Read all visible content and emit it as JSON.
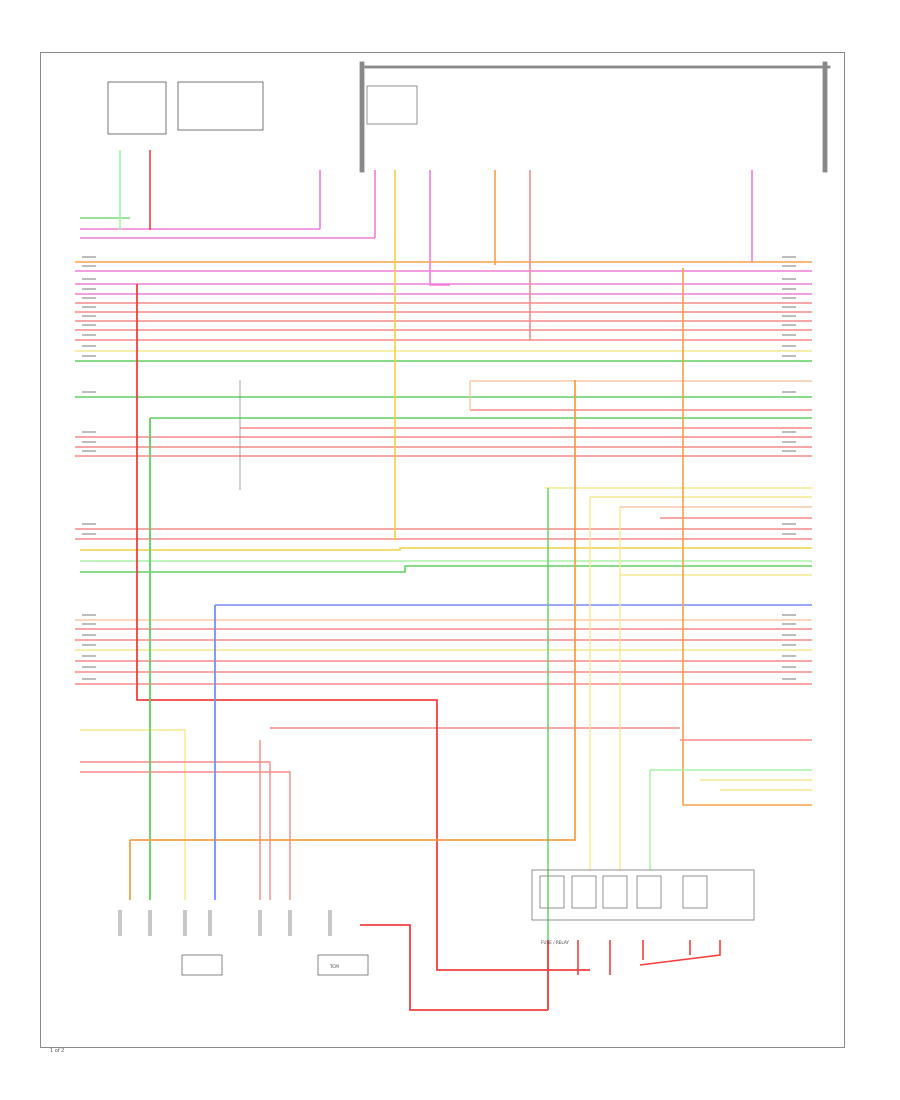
{
  "diagram": {
    "page_number": "1 of 2",
    "tcm_label": "TCM",
    "relay_box_label": "FUSE / RELAY",
    "colors": {
      "pink": "#f07fd8",
      "orange": "#f5a04a",
      "red": "#f04040",
      "light_red": "#f58a8a",
      "green": "#5fd060",
      "yellow": "#f0d040",
      "light_yellow": "#f6e890",
      "blue": "#7a8cf5",
      "light_green": "#a8f0a8",
      "gray": "#909090",
      "peach": "#f7c8a8"
    }
  }
}
